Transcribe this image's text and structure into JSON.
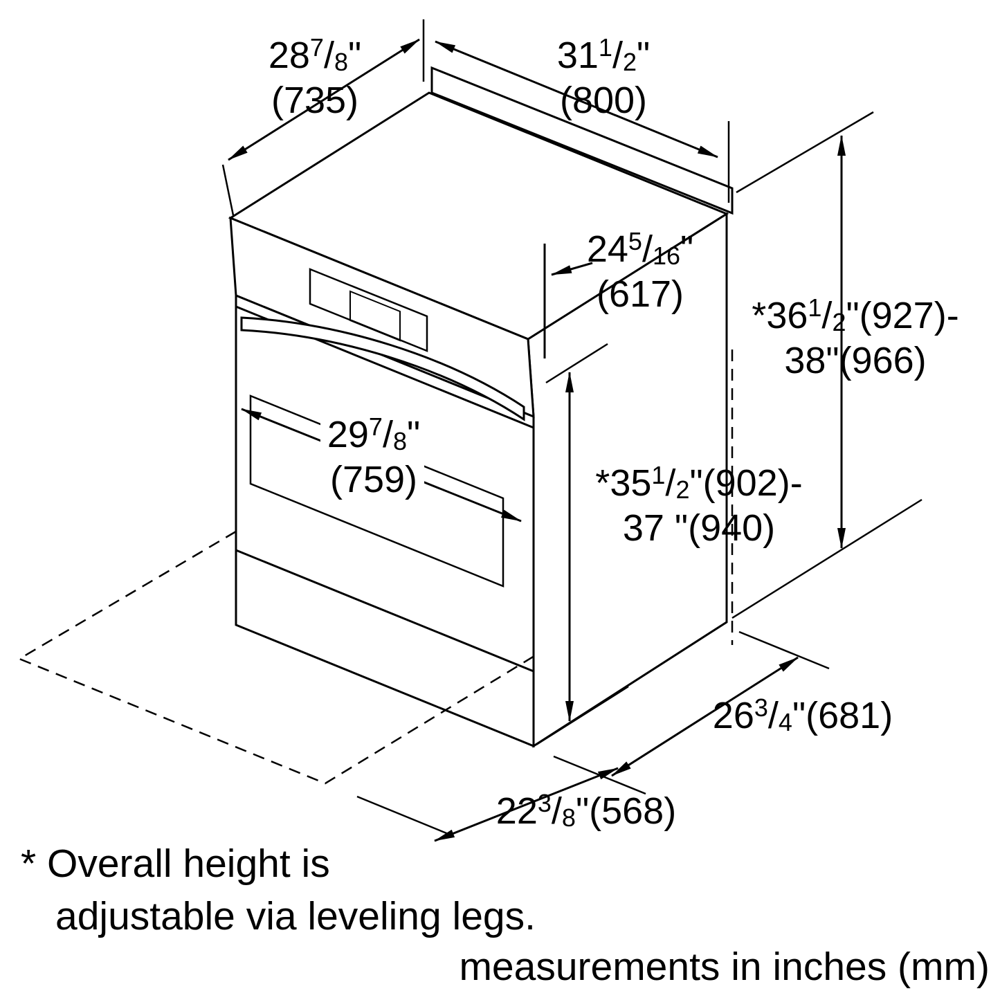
{
  "diagram": {
    "type": "appliance-installation-dimensions",
    "line_color": "#000000",
    "background": "#ffffff"
  },
  "glyphs": {
    "slash": "/"
  },
  "dims": {
    "top_depth": {
      "whole": "28",
      "num": "7",
      "den": "8",
      "unit": "\"",
      "mm": "(735)"
    },
    "top_width": {
      "whole": "31",
      "num": "1",
      "den": "2",
      "unit": "\"",
      "mm": "(800)"
    },
    "chassis_depth": {
      "whole": "24",
      "num": "5",
      "den": "16",
      "unit": "\"",
      "mm": "(617)"
    },
    "overall_height": {
      "star": "*",
      "whole": "36",
      "num": "1",
      "den": "2",
      "suffix": "\"(927)-",
      "line2": "38\"(966)"
    },
    "door_width": {
      "whole": "29",
      "num": "7",
      "den": "8",
      "unit": "\"",
      "mm": "(759)"
    },
    "cooktop_height": {
      "star": "*",
      "whole": "35",
      "num": "1",
      "den": "2",
      "suffix": "\"(902)-",
      "line2": "37 \"(940)"
    },
    "side_depth": {
      "whole": "26",
      "num": "3",
      "den": "4",
      "suffix": "\"(681)"
    },
    "front_depth": {
      "whole": "22",
      "num": "3",
      "den": "8",
      "suffix": "\"(568)"
    }
  },
  "notes": {
    "footnote_line1": "* Overall height is",
    "footnote_line2": "adjustable via leveling legs.",
    "caption": "measurements in inches (mm)"
  }
}
